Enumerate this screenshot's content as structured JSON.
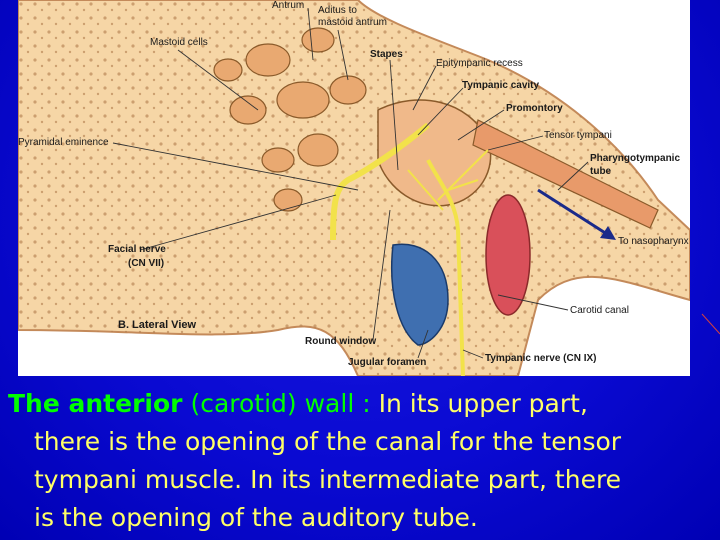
{
  "figure": {
    "labels": {
      "antrum": "Antrum",
      "aditus": "Aditus to",
      "aditus2": "mastoid antrum",
      "mastoid_cells": "Mastoid cells",
      "stapes": "Stapes",
      "epitympanic_recess": "Epitympanic recess",
      "tympanic_cavity": "Tympanic cavity",
      "promontory": "Promontory",
      "tensor_tympani": "Tensor tympani",
      "pyramidal_eminence": "Pyramidal eminence",
      "pharyngotympanic": "Pharyngotympanic",
      "pharyngotympanic2": "tube",
      "to_nasopharynx": "To nasopharynx",
      "facial_nerve": "Facial nerve",
      "facial_nerve2": "(CN VII)",
      "carotid_canal": "Carotid canal",
      "lateral_view": "B. Lateral View",
      "round_window": "Round window",
      "jugular_foramen": "Jugular foramen",
      "tympanic_nerve": "Tympanic nerve (CN IX)"
    },
    "colors": {
      "bone": "#f6d6a6",
      "bone_dark": "#e9a971",
      "nerve": "#f2e24a",
      "carotid": "#d9505a",
      "jugular": "#3f6fb0",
      "arrow": "#1a2a8a"
    }
  },
  "caption": {
    "line1_part1": "The anterior",
    "line1_part2": "(carotid) wall :",
    "line1_part3": "In its upper part,",
    "line2": "there is the opening of the canal for the tensor",
    "line3": "tympani muscle. In its intermediate part, there",
    "line4": "is the opening of the auditory tube."
  }
}
